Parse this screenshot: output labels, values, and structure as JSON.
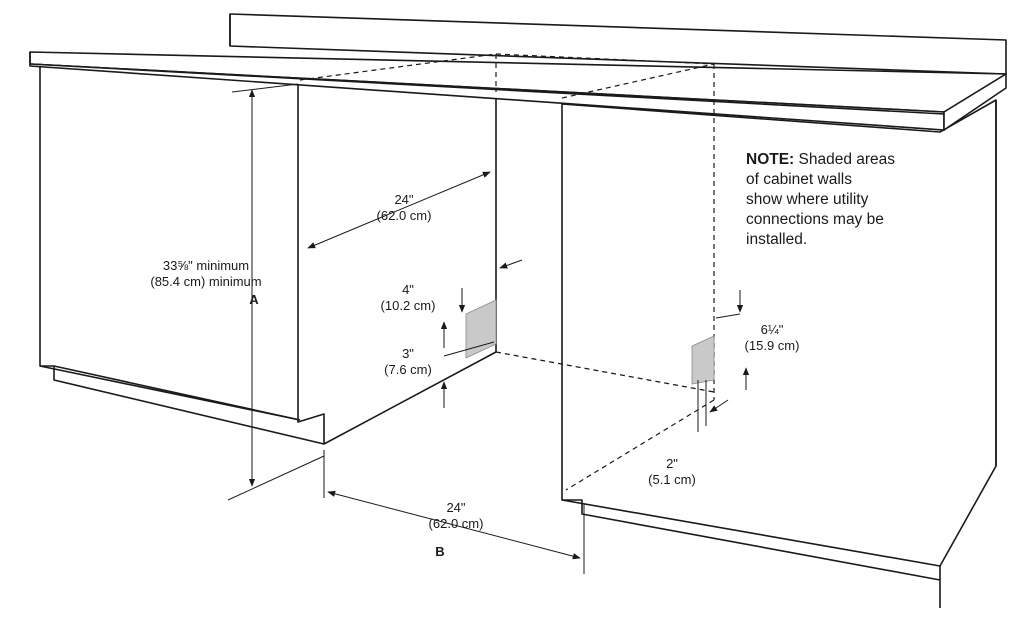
{
  "note": {
    "label": "NOTE:",
    "lines": [
      "Shaded areas",
      "of cabinet walls",
      "show where utility",
      "connections may be",
      "installed."
    ]
  },
  "dimensions": {
    "height": {
      "imperial": "33⅝\" minimum",
      "metric": "(85.4 cm) minimum",
      "label": "A"
    },
    "depth": {
      "imperial": "24\"",
      "metric": "(62.0 cm)"
    },
    "width": {
      "imperial": "24\"",
      "metric": "(62.0 cm)",
      "label": "B"
    },
    "left_zone_height": {
      "imperial": "4\"",
      "metric": "(10.2 cm)"
    },
    "left_zone_offset": {
      "imperial": "3\"",
      "metric": "(7.6 cm)"
    },
    "right_zone_height": {
      "imperial": "6¼\"",
      "metric": "(15.9 cm)"
    },
    "right_zone_offset": {
      "imperial": "2\"",
      "metric": "(5.1 cm)"
    }
  },
  "colors": {
    "line": "#1a1a1a",
    "shaded_area": "#c9c9c9",
    "background": "#ffffff"
  }
}
